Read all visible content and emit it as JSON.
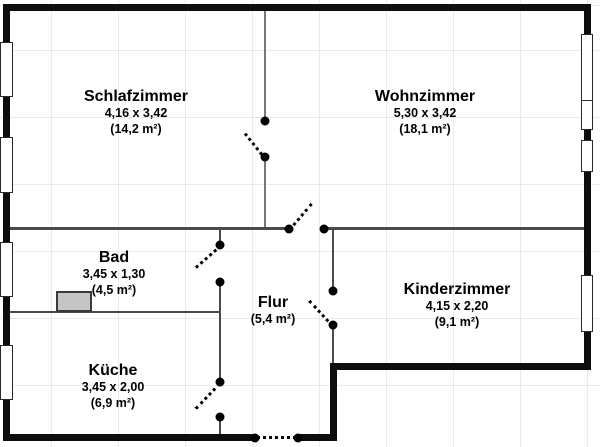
{
  "plan": {
    "colors": {
      "background": "#ffffff",
      "wall": "#0d0d0d",
      "thin_wall": "#4a4a4a",
      "divider": "#777777",
      "fixture": "#c5c5c5"
    },
    "rooms": [
      {
        "id": "schlafzimmer",
        "name": "Schlafzimmer",
        "dimensions": "4,16 x 3,42",
        "area": "(14,2 m²)"
      },
      {
        "id": "wohnzimmer",
        "name": "Wohnzimmer",
        "dimensions": "5,30 x 3,42",
        "area": "(18,1 m²)"
      },
      {
        "id": "bad",
        "name": "Bad",
        "dimensions": "3,45 x 1,30",
        "area": "(4,5 m²)"
      },
      {
        "id": "flur",
        "name": "Flur",
        "dimensions": "",
        "area": "(5,4 m²)"
      },
      {
        "id": "kinderzimmer",
        "name": "Kinderzimmer",
        "dimensions": "4,15 x 2,20",
        "area": "(9,1 m²)"
      },
      {
        "id": "kueche",
        "name": "Küche",
        "dimensions": "3,45 x 2,00",
        "area": "(6,9 m²)"
      }
    ]
  }
}
